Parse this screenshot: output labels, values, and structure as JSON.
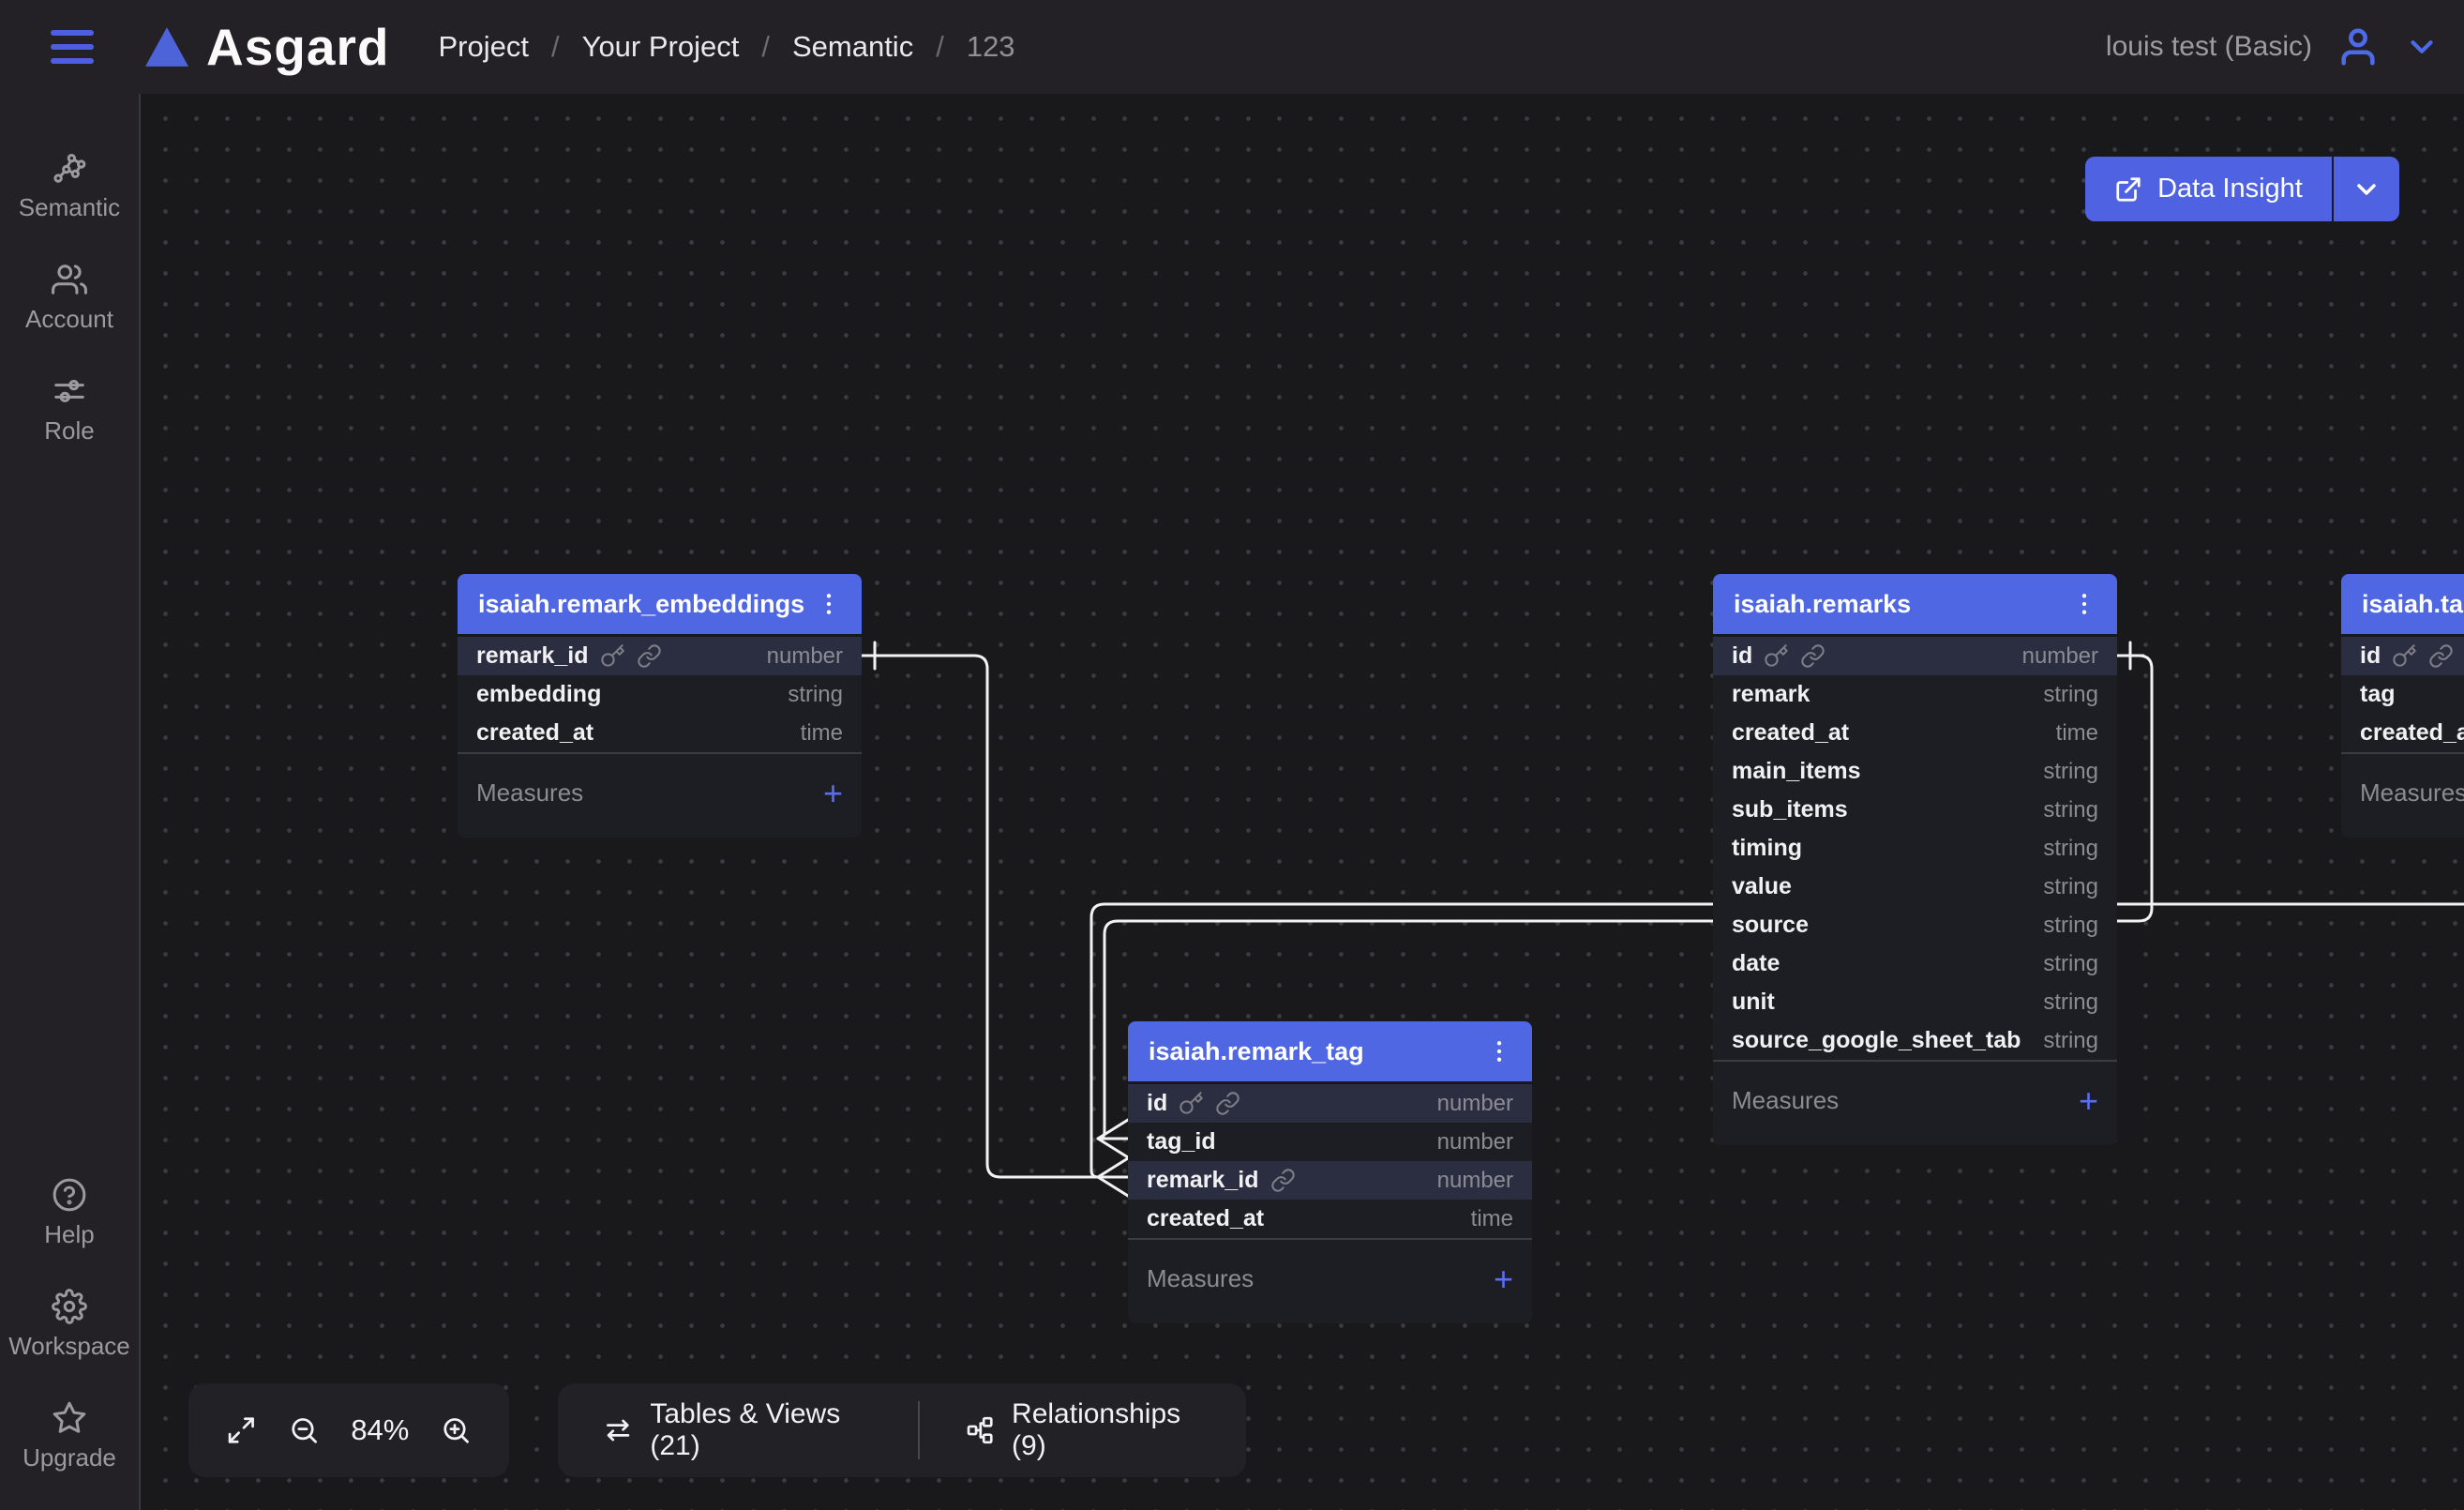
{
  "topbar": {
    "brand": "Asgard",
    "breadcrumbs": [
      "Project",
      "Your Project",
      "Semantic",
      "123"
    ],
    "separator": "/",
    "user": "louis test (Basic)"
  },
  "sidebar": {
    "top": [
      {
        "label": "Semantic",
        "icon": "semantic-graph-icon"
      },
      {
        "label": "Account",
        "icon": "users-icon"
      },
      {
        "label": "Role",
        "icon": "sliders-icon"
      }
    ],
    "bottom": [
      {
        "label": "Help",
        "icon": "help-circle-icon"
      },
      {
        "label": "Workspace",
        "icon": "gear-icon"
      },
      {
        "label": "Upgrade",
        "icon": "star-icon"
      }
    ]
  },
  "canvas": {
    "data_insight": {
      "label": "Data Insight"
    },
    "zoom_controls": {
      "zoom_level": "84%"
    },
    "bottom_tabs": {
      "tables": "Tables & Views (21)",
      "relationships": "Relationships (9)"
    },
    "measures_label": "Measures",
    "add_symbol": "+",
    "tables": {
      "remark_embeddings": {
        "title": "isaiah.remark_embeddings",
        "columns": [
          {
            "name": "remark_id",
            "type": "number",
            "key": true,
            "link": true,
            "highlighted": true
          },
          {
            "name": "embedding",
            "type": "string"
          },
          {
            "name": "created_at",
            "type": "time"
          }
        ]
      },
      "remarks": {
        "title": "isaiah.remarks",
        "columns": [
          {
            "name": "id",
            "type": "number",
            "key": true,
            "link": true,
            "highlighted": true
          },
          {
            "name": "remark",
            "type": "string"
          },
          {
            "name": "created_at",
            "type": "time"
          },
          {
            "name": "main_items",
            "type": "string"
          },
          {
            "name": "sub_items",
            "type": "string"
          },
          {
            "name": "timing",
            "type": "string"
          },
          {
            "name": "value",
            "type": "string"
          },
          {
            "name": "source",
            "type": "string"
          },
          {
            "name": "date",
            "type": "string"
          },
          {
            "name": "unit",
            "type": "string"
          },
          {
            "name": "source_google_sheet_tab",
            "type": "string"
          }
        ]
      },
      "remark_tag": {
        "title": "isaiah.remark_tag",
        "columns": [
          {
            "name": "id",
            "type": "number",
            "key": true,
            "link": true,
            "highlighted": true
          },
          {
            "name": "tag_id",
            "type": "number"
          },
          {
            "name": "remark_id",
            "type": "number",
            "link": true,
            "highlighted": true
          },
          {
            "name": "created_at",
            "type": "time"
          }
        ]
      },
      "tags": {
        "title": "isaiah.tags",
        "columns": [
          {
            "name": "id",
            "type": "",
            "key": true,
            "link": true,
            "highlighted": true
          },
          {
            "name": "tag",
            "type": ""
          },
          {
            "name": "created_at",
            "type": ""
          }
        ]
      }
    },
    "colors": {
      "accent_blue": "#4f67e3",
      "connector_line": "#f2f2f2"
    }
  }
}
